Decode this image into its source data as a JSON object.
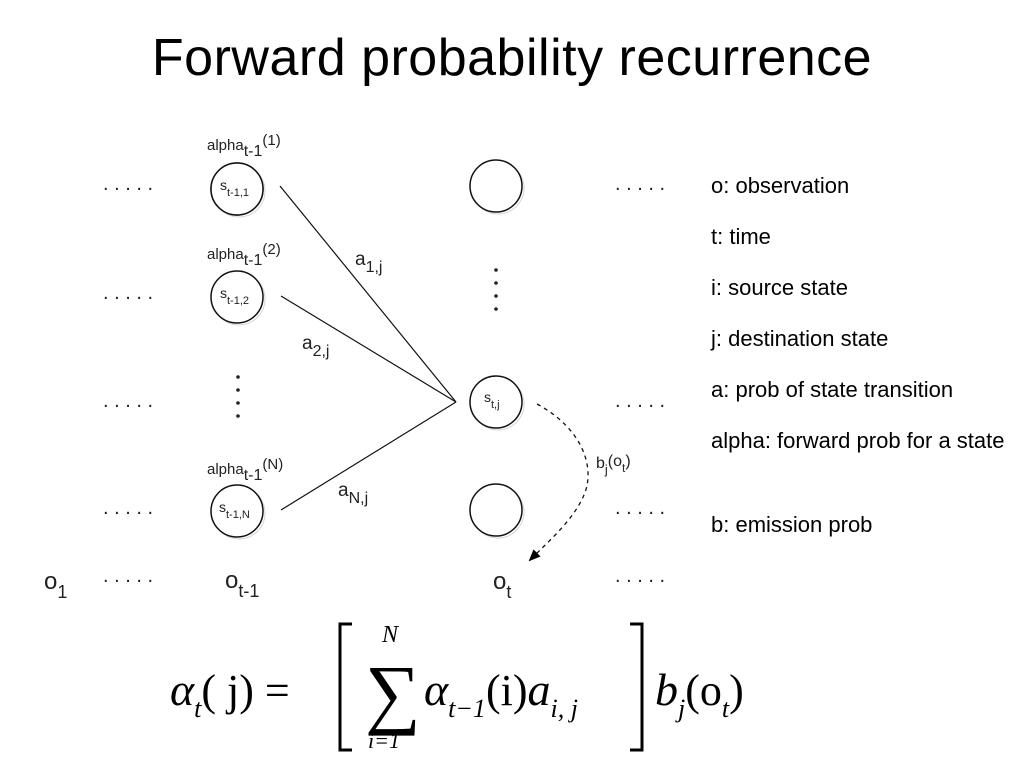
{
  "title": "Forward probability recurrence",
  "dots": ". . . . .",
  "alpha_labels": [
    {
      "base": "alpha",
      "sub": "t-1",
      "arg": "(1)"
    },
    {
      "base": "alpha",
      "sub": "t-1",
      "arg": "(2)"
    },
    {
      "base": "alpha",
      "sub": "t-1",
      "arg": "(N)"
    }
  ],
  "source_states": [
    {
      "base": "s",
      "sub": "t-1,1"
    },
    {
      "base": "s",
      "sub": "t-1,2"
    },
    {
      "base": "s",
      "sub": "t-1,N"
    }
  ],
  "target_state": {
    "base": "s",
    "sub": "t,j"
  },
  "transitions": [
    {
      "base": "a",
      "sub": "1,j"
    },
    {
      "base": "a",
      "sub": "2,j"
    },
    {
      "base": "a",
      "sub": "N,j"
    }
  ],
  "emission": {
    "base": "b",
    "sub": "j",
    "arg_open": "(o",
    "arg_sub": "t",
    "arg_close": ")"
  },
  "observations": [
    {
      "base": "o",
      "sub": "1"
    },
    {
      "base": "o",
      "sub": "t-1"
    },
    {
      "base": "o",
      "sub": "t"
    }
  ],
  "legend": [
    "o: observation",
    "t: time",
    "i: source state",
    "j: destination state",
    "a: prob of state transition",
    "alpha: forward prob for a state",
    "b: emission prob"
  ],
  "formula": {
    "lhs_alpha": "α",
    "lhs_sub": "t",
    "lhs_arg": "( j) =",
    "sum_upper": "N",
    "sum_symbol": "∑",
    "sum_lower": "i=1",
    "inner_alpha": "α",
    "inner_sub": "t−1",
    "inner_arg": "(i)",
    "inner_a": "a",
    "inner_a_sub": "i, j",
    "b": "b",
    "b_sub": "j",
    "b_arg_open": "(o",
    "b_arg_sub": "t",
    "b_arg_close": ")"
  }
}
